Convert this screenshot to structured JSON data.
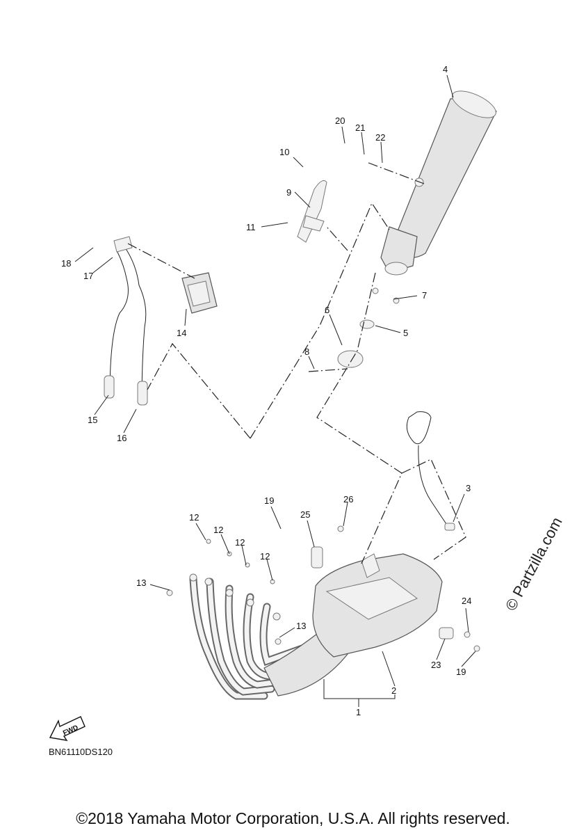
{
  "diagram": {
    "reference_code": "BN61110DS120",
    "copyright": "©2018 Yamaha Motor Corporation, U.S.A. All rights reserved.",
    "watermark": "© Partzilla.com",
    "fwd_label": "FWD",
    "callouts": {
      "c1": "1",
      "c2": "2",
      "c3": "3",
      "c4": "4",
      "c5": "5",
      "c6": "6",
      "c7": "7",
      "c8": "8",
      "c9": "9",
      "c10": "10",
      "c11": "11",
      "c12a": "12",
      "c12b": "12",
      "c12c": "12",
      "c12d": "12",
      "c13a": "13",
      "c13b": "13",
      "c14": "14",
      "c15": "15",
      "c16": "16",
      "c17": "17",
      "c18": "18",
      "c19a": "19",
      "c19b": "19",
      "c20": "20",
      "c21": "21",
      "c22": "22",
      "c23": "23",
      "c24": "24",
      "c25": "25",
      "c26": "26"
    }
  }
}
